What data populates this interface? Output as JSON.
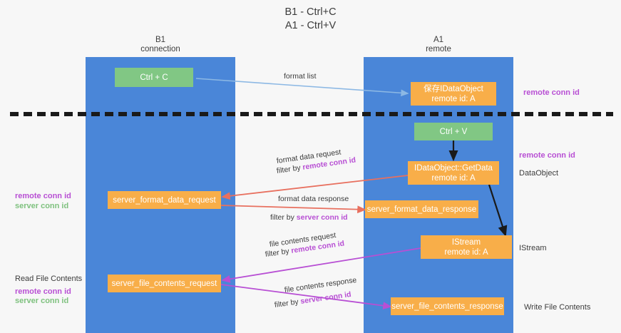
{
  "title": {
    "line1": "B1 - Ctrl+C",
    "line2": "A1 - Ctrl+V"
  },
  "columns": [
    {
      "name": "B1",
      "sub": "connection"
    },
    {
      "name": "A1",
      "sub": "remote"
    }
  ],
  "boxes": {
    "ctrl_c": "Ctrl + C",
    "ctrl_v": "Ctrl + V",
    "save_idataobject_l1": "保存IDataObject",
    "save_idataobject_l2": "remote id: A",
    "getdata_l1": "IDataObject::GetData",
    "getdata_l2": "remote id: A",
    "istream_l1": "IStream",
    "istream_l2": "remote id: A",
    "server_format_data_request": "server_format_data_request",
    "server_format_data_response": "server_format_data_response",
    "server_file_contents_request": "server_file_contents_request",
    "server_file_contents_response": "server_file_contents_response"
  },
  "arrow_labels": {
    "format_list": "format list",
    "format_data_request": "format data request",
    "format_data_request_filter_prefix": "filter by ",
    "format_data_request_filter_key": "remote conn id",
    "format_data_response": "format data response",
    "format_data_response_filter_prefix": "filter by ",
    "format_data_response_filter_key": "server conn id",
    "file_contents_request": "file contents request",
    "file_contents_request_filter_prefix": "filter by ",
    "file_contents_request_filter_key": "remote conn id",
    "file_contents_response": "file contents response",
    "file_contents_response_filter_prefix": "filter by ",
    "file_contents_response_filter_key": "server conn id"
  },
  "left_labels": {
    "mid_remote": "remote conn id",
    "mid_server": "server conn id",
    "read_file_contents": "Read File Contents",
    "low_remote": "remote conn id",
    "low_server": "server conn id"
  },
  "right_labels": {
    "top_remote": "remote conn id",
    "mid_remote": "remote conn id",
    "dataobject": "DataObject",
    "istream": "IStream",
    "write_file_contents": "Write File Contents"
  },
  "colors": {
    "lane": "#4a86d8",
    "green_box": "#81c784",
    "orange_box": "#f8ae49",
    "remote_conn": "#b84fd4",
    "server_conn": "#7ec17e",
    "arrow_blue": "#8cb8e4",
    "arrow_red": "#e8705f",
    "arrow_purple": "#b84fd4",
    "arrow_black": "#1a1a1a",
    "divider": "#1a1a1a",
    "background": "#f7f7f7"
  }
}
